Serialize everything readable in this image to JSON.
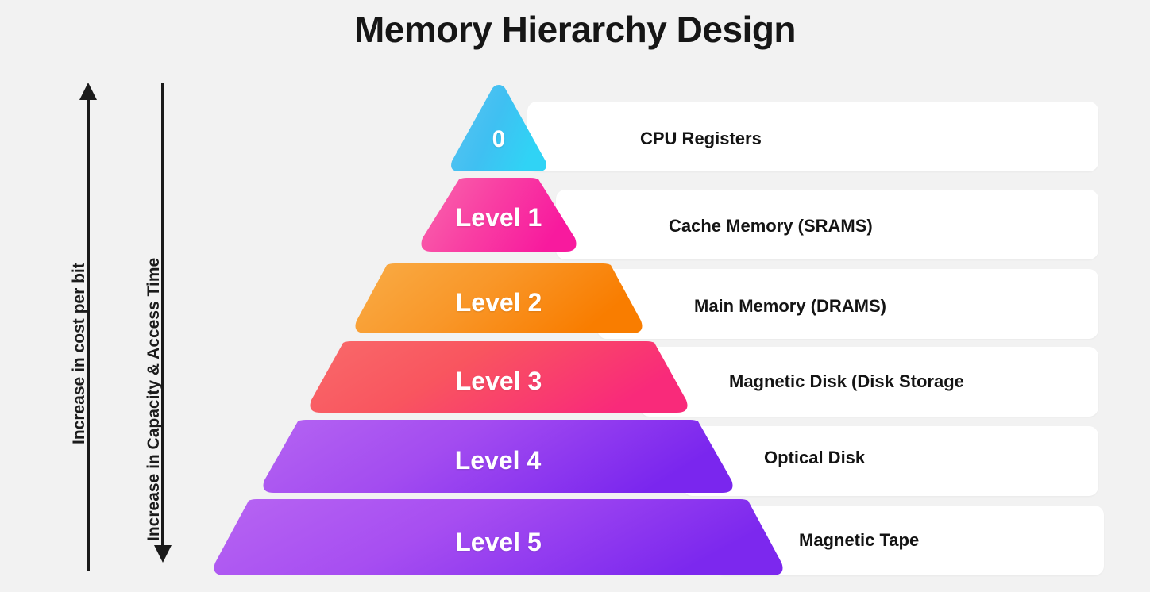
{
  "title": "Memory Hierarchy Design",
  "background_color": "#f2f2f2",
  "axes": [
    {
      "name": "cost-axis",
      "label": "Increase in cost per bit",
      "direction": "up",
      "color": "#1b1b1b"
    },
    {
      "name": "capacity-axis",
      "label": "Increase in Capacity & Access Time",
      "direction": "down",
      "color": "#1b1b1b"
    }
  ],
  "pyramid": {
    "levels": [
      {
        "level_text": "0",
        "description": "CPU Registers",
        "shape": "triangle",
        "color_start": "#4ab8f0",
        "color_end": "#35d4f5"
      },
      {
        "level_text": "Level 1",
        "description": "Cache Memory (SRAMS)",
        "shape": "trapezoid",
        "color_start": "#f954a4",
        "color_end": "#f81fa0"
      },
      {
        "level_text": "Level 2",
        "description": "Main Memory (DRAMS)",
        "shape": "trapezoid",
        "color_start": "#f9a43a",
        "color_end": "#f98000"
      },
      {
        "level_text": "Level 3",
        "description": "Magnetic Disk (Disk Storage",
        "shape": "trapezoid",
        "color_start": "#f9565e",
        "color_end": "#f92b77"
      },
      {
        "level_text": "Level 4",
        "description": "Optical Disk",
        "shape": "trapezoid",
        "color_start": "#ad55ef",
        "color_end": "#7d2aee"
      },
      {
        "level_text": "Level 5",
        "description": "Magnetic Tape",
        "shape": "trapezoid",
        "color_start": "#b05cf2",
        "color_end": "#7d2aee"
      }
    ]
  }
}
